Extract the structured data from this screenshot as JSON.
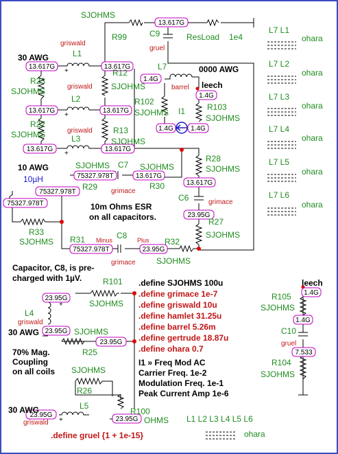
{
  "values": {
    "v13617": "13.617G",
    "v14": "1.4G",
    "v75327": "75327.978T",
    "v2395": "23.95G",
    "v7533": "7.533"
  },
  "labels": {
    "sjohms": "SJOHMS",
    "r99": "R99",
    "c9": "C9",
    "resload": "ResLoad",
    "resload_val": "1e4",
    "gruel": "gruel",
    "awg30": "30 AWG",
    "l1": "L1",
    "griswald": "griswald",
    "r12": "R12",
    "r23": "R23",
    "l2": "L2",
    "r22": "R22",
    "r13": "R13",
    "l3": "L3",
    "l7": "L7",
    "awg0000": "0000 AWG",
    "leech": "leech",
    "barrel": "barrel",
    "r102": "R102",
    "r103": "R103",
    "i1": "I1",
    "awg10": "10 AWG",
    "uh10": "10µH",
    "c7": "C7",
    "r28": "R28",
    "r29": "R29",
    "grimace": "grimace",
    "r30": "R30",
    "c6": "C6",
    "r27": "R27",
    "esr1": "10m Ohms ESR",
    "esr2": "on all capacitors.",
    "r33": "R33",
    "r31": "R31",
    "c8": "C8",
    "minus": "Minus",
    "plus": "Plus",
    "r32": "R32",
    "cap1": "Capacitor, C8, is pre-",
    "cap2": "charged with 1µV.",
    "r101": "R101",
    "l4": "L4",
    "r25": "R25",
    "coup1": "70% Mag.",
    "coup2": "Coupling",
    "coup3": "on all coils",
    "r26": "R26",
    "l5": "L5",
    "r100": "R100",
    "ohms_cut": "OHMS",
    "r105": "R105",
    "c10": "C10",
    "r104": "R104",
    "ohara": "ohara",
    "k_l7l1": "L7 L1",
    "k_l7l2": "L7 L2",
    "k_l7l3": "L7 L3",
    "k_l7l4": "L7 L4",
    "k_l7l5": "L7 L5",
    "k_l7l6": "L7 L6",
    "k_all": "L1 L2 L3 L4 L5 L6"
  },
  "defines": {
    "sjohms": ".define SJOHMS 100u",
    "grimace": ".define grimace 1e-7",
    "griswald": ".define griswald 10u",
    "hamlet": ".define hamlet 31.25u",
    "barrel": ".define barrel 5.26m",
    "gertrude": ".define gertrude 18.87u",
    "ohara": ".define ohara 0.7",
    "gruel": ".define gruel {1 + 1e-15}"
  },
  "source_note": {
    "line1": "I1 » Freq Mod AC",
    "line2": "Carrier Freq. 1e-2",
    "line3": "Modulation Freq. 1e-1",
    "line4": "Peak Current Amp 1e-6"
  },
  "colors": {
    "wire": "#000000",
    "label_green": "#1e8c1e",
    "define_red": "#c01616",
    "value_border": "#c000c0",
    "frame": "#3b4cc0",
    "node_dot": "#e00000",
    "source_blue": "#1a1acc"
  }
}
